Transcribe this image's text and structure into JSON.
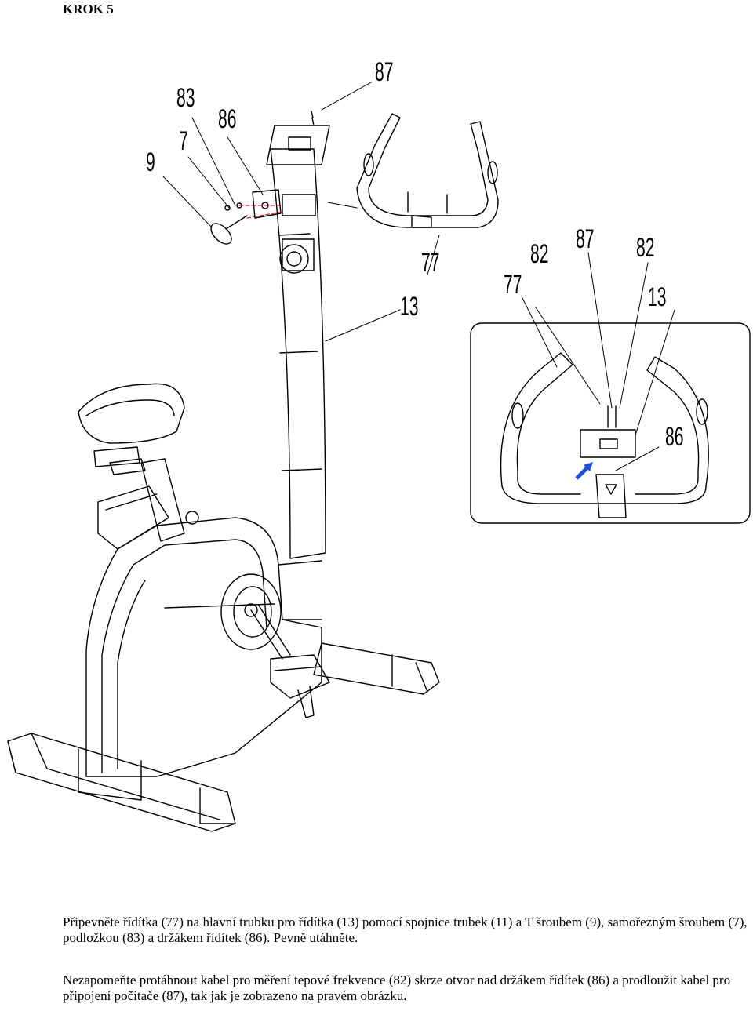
{
  "header": {
    "step_title": "KROK 5"
  },
  "callouts": {
    "left_main": {
      "c87": "87",
      "c83": "83",
      "c86": "86",
      "c7": "7",
      "c9": "9",
      "c77": "77",
      "c13": "13"
    },
    "inset": {
      "c82a": "82",
      "c87": "87",
      "c82b": "82",
      "c77": "77",
      "c13": "13",
      "c86": "86"
    }
  },
  "instructions": {
    "p1": "Připevněte řídítka (77) na hlavní trubku pro řídítka (13) pomocí spojnice trubek (11) a T šroubem (9), samořezným šroubem (7), podložkou (83) a držákem řídítek (86). Pevně utáhněte.",
    "p2": "Nezapomeňte protáhnout kabel pro měření tepové frekvence (82) skrze otvor nad držákem řídítek (86) a prodloužit kabel pro připojení počítače (87), tak jak je zobrazeno na pravém obrázku."
  },
  "colors": {
    "line": "#000000",
    "hidden_line": "#cc0000",
    "arrow": "#1e4fd6"
  }
}
